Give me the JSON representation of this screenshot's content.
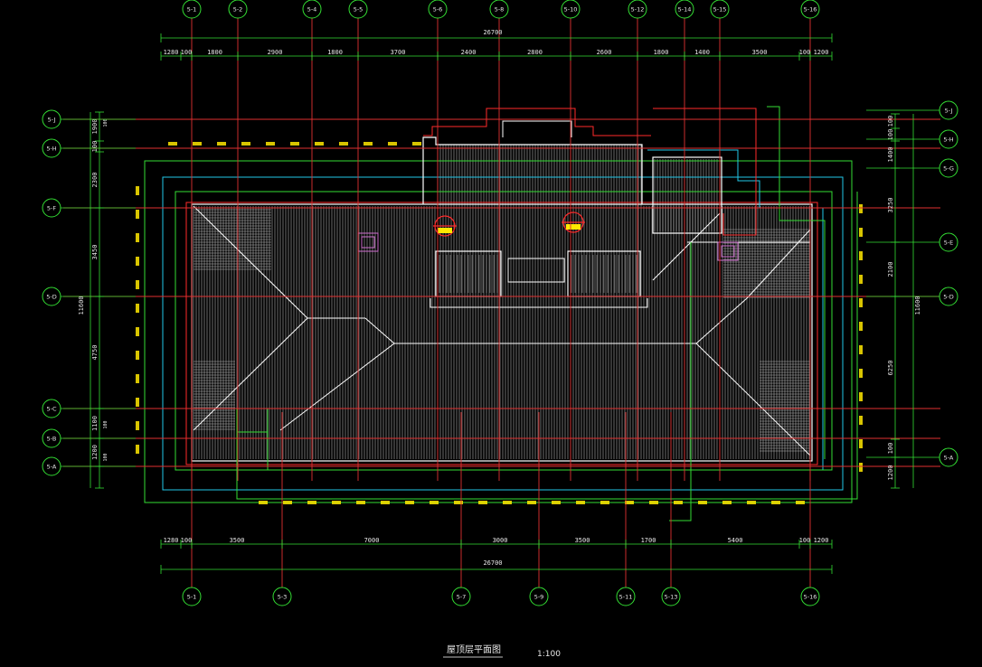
{
  "title": "屋顶层平面图",
  "scale": "1:100",
  "top_overall": "26700",
  "bottom_overall": "26700",
  "top_dims": [
    "1280",
    "100",
    "1800",
    "2900",
    "1800",
    "3700",
    "2400",
    "2800",
    "2600",
    "1800",
    "1400",
    "3500",
    "100",
    "1200"
  ],
  "bottom_dims": [
    "1280",
    "100",
    "3500",
    "7000",
    "3000",
    "3500",
    "1700",
    "5400",
    "100",
    "1200"
  ],
  "left_dims": [
    "1900",
    "100",
    "2300",
    "3450",
    "4750",
    "1100",
    "1200"
  ],
  "left_small": [
    "100",
    "100",
    "100"
  ],
  "left_overall": "11600",
  "right_dims": [
    "100",
    "100",
    "1400",
    "3250",
    "2100",
    "6250",
    "100",
    "1200"
  ],
  "right_overall": "11600",
  "grid_top": [
    "5-1",
    "5-2",
    "5-4",
    "5-5",
    "5-6",
    "5-8",
    "5-10",
    "5-12",
    "5-14",
    "5-15",
    "5-16"
  ],
  "grid_bottom": [
    "5-1",
    "5-3",
    "5-7",
    "5-9",
    "5-11",
    "5-13",
    "5-16"
  ],
  "grid_left": [
    "5-J",
    "5-H",
    "5-F",
    "5-D",
    "5-C",
    "5-B",
    "5-A"
  ],
  "grid_right": [
    "5-J",
    "5-H",
    "5-G",
    "5-E",
    "5-D",
    "5-A"
  ],
  "colors": {
    "background": "#000000",
    "grid_line": "#e03030",
    "dimension": "#33dd33",
    "bubble": "#33dd33",
    "roof_outline": "#ffffff",
    "roof_hatch": "#b8b8b8",
    "gutter": "#22c8e8",
    "accent_red": "#ff2a2a",
    "accent_yellow": "#ffe800",
    "accent_magenta": "#d070d0"
  }
}
